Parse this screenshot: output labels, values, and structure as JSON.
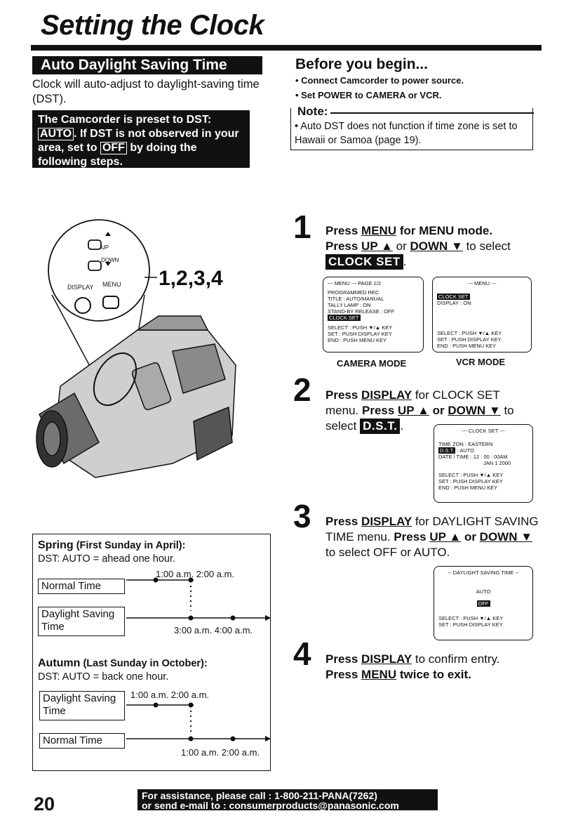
{
  "page": {
    "title": "Setting the Clock",
    "page_number": "20"
  },
  "left": {
    "section_heading": "Auto Daylight Saving Time",
    "intro": "Clock will auto-adjust to daylight-saving time (DST).",
    "notice_prefix": "The Camcorder is preset to DST: ",
    "notice_auto": "AUTO",
    "notice_mid": ". If DST is not observed in your area, set to ",
    "notice_off": "OFF",
    "notice_suffix": " by doing the following steps."
  },
  "before": {
    "heading": "Before you begin...",
    "bullets": [
      "• Connect Camcorder to power source.",
      "• Set POWER to CAMERA or VCR."
    ],
    "note_label": "Note:",
    "note_text": "• Auto DST does not function if time zone is set to Hawaii or Samoa (page 19)."
  },
  "illustration": {
    "up_label": "UP",
    "down_label": "DOWN",
    "display_label": "DISPLAY",
    "menu_label": "MENU",
    "callout": "1,2,3,4"
  },
  "steps": [
    {
      "number": "1",
      "text_a": "Press ",
      "key_a": "MENU",
      "text_b": " for MENU mode.",
      "text_c": "Press ",
      "key_b": "UP ▲",
      "text_d": " or ",
      "key_c": "DOWN ▼",
      "text_e": " to select",
      "chip": "CLOCK SET",
      "text_f": "."
    },
    {
      "number": "2",
      "text_a": "Press ",
      "key_a": "DISPLAY",
      "text_b": " for CLOCK SET menu. ",
      "text_c": "Press ",
      "key_b": "UP ▲",
      "text_d": " or ",
      "key_c": "DOWN ▼",
      "text_e": " to select",
      "chip": "D.S.T.",
      "text_f": "."
    },
    {
      "number": "3",
      "text_a": "Press ",
      "key_a": "DISPLAY",
      "text_b": " for DAYLIGHT SAVING TIME menu. ",
      "text_c": "Press ",
      "key_b": "UP ▲",
      "text_d": " or ",
      "key_c": "DOWN ▼",
      "text_e": " to select OFF or AUTO."
    },
    {
      "number": "4",
      "text_a": "Press ",
      "key_a": "DISPLAY",
      "text_b": " to confirm entry.",
      "text_c": "Press ",
      "key_b": "MENU",
      "text_d": " twice to exit."
    }
  ],
  "screens": {
    "camera": {
      "header": "--- MENU ---      PAGE 1/2",
      "rows": [
        "PROGRAMMED REC",
        "TITLE          : AUTO/MANUAL",
        "TALLY LAMP            : ON",
        "STAND-BY RELEASE  : OFF"
      ],
      "highlight": "CLOCK SET",
      "footer": [
        "SELECT : PUSH ▼/▲ KEY",
        "SET     : PUSH DISPLAY KEY",
        "END     : PUSH MENU KEY"
      ],
      "label": "CAMERA MODE"
    },
    "vcr": {
      "header": "--- MENU ---",
      "highlight": "CLOCK SET",
      "row": "DISPLAY         : ON",
      "footer": [
        "SELECT : PUSH ▼/▲ KEY",
        "SET     : PUSH DISPLAY KEY",
        "END     : PUSH MENU KEY"
      ],
      "label": "VCR MODE"
    },
    "clockset": {
      "header": "--- CLOCK SET ---",
      "row1": "TIME ZON     : EASTERN",
      "row2_hl": "D.S.T.",
      "row2_val": "          : AUTO",
      "row3": "DATE / TIME  : 12 : 00 : 00AM",
      "row4": "JAN  1  2000",
      "footer": [
        "SELECT : PUSH ▼/▲ KEY",
        "SET     : PUSH DISPLAY KEY",
        "END     : PUSH MENU KEY"
      ]
    },
    "dst": {
      "header": "-- DAYLIGHT SAVING TIME --",
      "auto": "AUTO",
      "off": "OFF",
      "footer": [
        "SELECT : PUSH ▼/▲ KEY",
        "SET     : PUSH DISPLAY KEY"
      ]
    }
  },
  "dst_info": {
    "spring_title": "Spring",
    "spring_sub": " (First Sunday in April):",
    "spring_rule": "DST: AUTO = ahead one hour.",
    "spring_top_times": "1:00 a.m.  2:00 a.m.",
    "spring_bottom_times": "3:00 a.m.  4:00 a.m.",
    "autumn_title": "Autumn",
    "autumn_sub": " (Last Sunday in October):",
    "autumn_rule": "DST: AUTO = back one hour.",
    "autumn_top_times": "1:00 a.m.  2:00 a.m.",
    "autumn_bottom_times": "1:00 a.m.  2:00 a.m.",
    "normal_time": "Normal Time",
    "dst_time_1": "Daylight Saving",
    "dst_time_2": "Time"
  },
  "footer": {
    "line1": "For assistance, please call : 1-800-211-PANA(7262)",
    "line2": "or send e-mail to : consumerproducts@panasonic.com"
  }
}
